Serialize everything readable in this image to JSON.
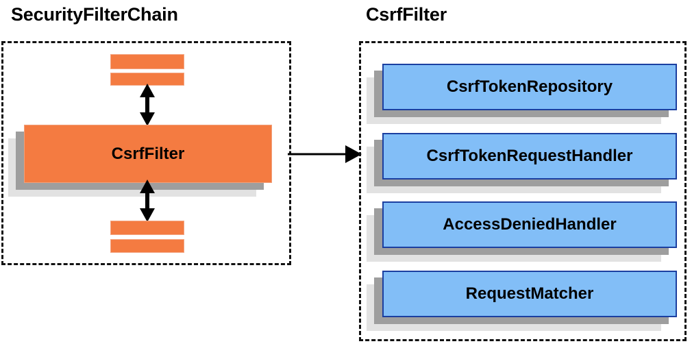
{
  "diagram": {
    "title_left": "SecurityFilterChain",
    "title_right": "CsrfFilter",
    "colors": {
      "orange_fill": "#F47B41",
      "blue_fill": "#82BEF7",
      "blue_border": "#1B3FA0",
      "shadow_near": "#9E9E9E",
      "shadow_far": "#E2E2E2",
      "dashed_border": "#111111",
      "arrow": "#000000",
      "text": "#000000"
    }
  },
  "left_panel": {
    "title": "SecurityFilterChain",
    "main_block": {
      "label": "CsrfFilter"
    },
    "stubs_top": [
      {
        "label": ""
      },
      {
        "label": ""
      }
    ],
    "stubs_bottom": [
      {
        "label": ""
      },
      {
        "label": ""
      }
    ],
    "arrows": [
      {
        "name": "bidirectional-arrow-above-csrffilter",
        "direction": "vertical-both"
      },
      {
        "name": "bidirectional-arrow-below-csrffilter",
        "direction": "vertical-both"
      }
    ]
  },
  "right_panel": {
    "title": "CsrfFilter",
    "collaborators": [
      {
        "label": "CsrfTokenRepository"
      },
      {
        "label": "CsrfTokenRequestHandler"
      },
      {
        "label": "AccessDeniedHandler"
      },
      {
        "label": "RequestMatcher"
      }
    ]
  },
  "connector": {
    "name": "csrffilter-detail-arrow",
    "direction": "left-to-right"
  }
}
